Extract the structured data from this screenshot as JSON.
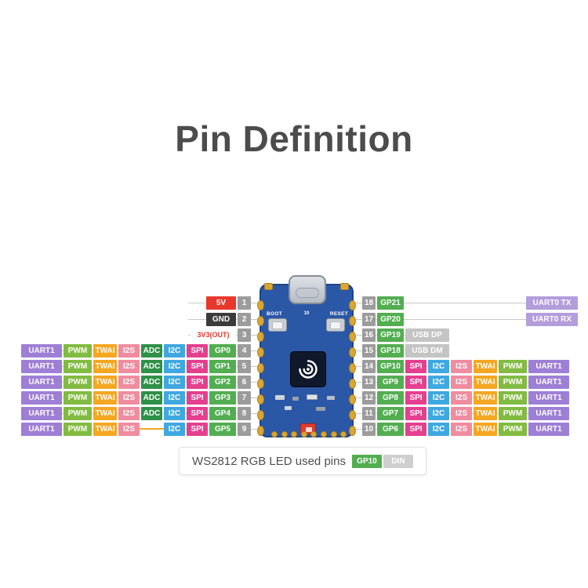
{
  "title": "Pin Definition",
  "colors": {
    "UART1": "#9e7fd6",
    "PWM": "#82bb41",
    "TWAI": "#f5a623",
    "I2S": "#f08ca0",
    "ADC": "#2f9147",
    "I2C": "#3fa8e0",
    "SPI": "#e53f8f",
    "GP": "#53ae51",
    "NUM": "#9c9c9c",
    "EXT": "#b39ddb",
    "USB": "#c4c4c4",
    "LINE": "#c9c9c9",
    "GAP_LINE": "#f5a623",
    "BOARD": "#2b57a7",
    "GOLD": "#d8a733",
    "LED": "#e23b2e"
  },
  "left_rows": [
    {
      "kind": "power",
      "label": "5V",
      "pin": "1",
      "bg": "#e8382c",
      "fg": "#ffffff"
    },
    {
      "kind": "power",
      "label": "GND",
      "pin": "2",
      "bg": "#3b3b3b",
      "fg": "#ffffff"
    },
    {
      "kind": "power",
      "label": "3V3(OUT)",
      "pin": "3",
      "bg": "#ffffff",
      "fg": "#e8382c"
    },
    {
      "kind": "gpio",
      "pin": "4",
      "gp": "GP0",
      "funcs": [
        "UART1",
        "PWM",
        "TWAI",
        "I2S",
        "ADC",
        "I2C",
        "SPI"
      ]
    },
    {
      "kind": "gpio",
      "pin": "5",
      "gp": "GP1",
      "funcs": [
        "UART1",
        "PWM",
        "TWAI",
        "I2S",
        "ADC",
        "I2C",
        "SPI"
      ]
    },
    {
      "kind": "gpio",
      "pin": "6",
      "gp": "GP2",
      "funcs": [
        "UART1",
        "PWM",
        "TWAI",
        "I2S",
        "ADC",
        "I2C",
        "SPI"
      ]
    },
    {
      "kind": "gpio",
      "pin": "7",
      "gp": "GP3",
      "funcs": [
        "UART1",
        "PWM",
        "TWAI",
        "I2S",
        "ADC",
        "I2C",
        "SPI"
      ]
    },
    {
      "kind": "gpio",
      "pin": "8",
      "gp": "GP4",
      "funcs": [
        "UART1",
        "PWM",
        "TWAI",
        "I2S",
        "ADC",
        "I2C",
        "SPI"
      ]
    },
    {
      "kind": "gpio",
      "pin": "9",
      "gp": "GP5",
      "funcs": [
        "UART1",
        "PWM",
        "TWAI",
        "I2S",
        null,
        "I2C",
        "SPI"
      ]
    }
  ],
  "right_rows": [
    {
      "kind": "ext",
      "pin": "18",
      "gp": "GP21",
      "ext": "UART0 TX"
    },
    {
      "kind": "ext",
      "pin": "17",
      "gp": "GP20",
      "ext": "UART0 RX"
    },
    {
      "kind": "usb",
      "pin": "16",
      "gp": "GP19",
      "usb": "USB DP"
    },
    {
      "kind": "usb",
      "pin": "15",
      "gp": "GP18",
      "usb": "USB DM"
    },
    {
      "kind": "gpio",
      "pin": "14",
      "gp": "GP10",
      "funcs": [
        "SPI",
        "I2C",
        "I2S",
        "TWAI",
        "PWM",
        "UART1"
      ]
    },
    {
      "kind": "gpio",
      "pin": "13",
      "gp": "GP9",
      "funcs": [
        "SPI",
        "I2C",
        "I2S",
        "TWAI",
        "PWM",
        "UART1"
      ]
    },
    {
      "kind": "gpio",
      "pin": "12",
      "gp": "GP8",
      "funcs": [
        "SPI",
        "I2C",
        "I2S",
        "TWAI",
        "PWM",
        "UART1"
      ]
    },
    {
      "kind": "gpio",
      "pin": "11",
      "gp": "GP7",
      "funcs": [
        "SPI",
        "I2C",
        "I2S",
        "TWAI",
        "PWM",
        "UART1"
      ]
    },
    {
      "kind": "gpio",
      "pin": "10",
      "gp": "GP6",
      "funcs": [
        "SPI",
        "I2C",
        "I2S",
        "TWAI",
        "PWM",
        "UART1"
      ]
    }
  ],
  "board": {
    "boot": "BOOT",
    "reset": "RESET",
    "top_mark": "10"
  },
  "legend": {
    "text": "WS2812 RGB LED used pins",
    "pins": [
      {
        "label": "GP10",
        "color": "#53ae51"
      },
      {
        "label": "DIN",
        "color": "#cfcfcf"
      }
    ]
  }
}
